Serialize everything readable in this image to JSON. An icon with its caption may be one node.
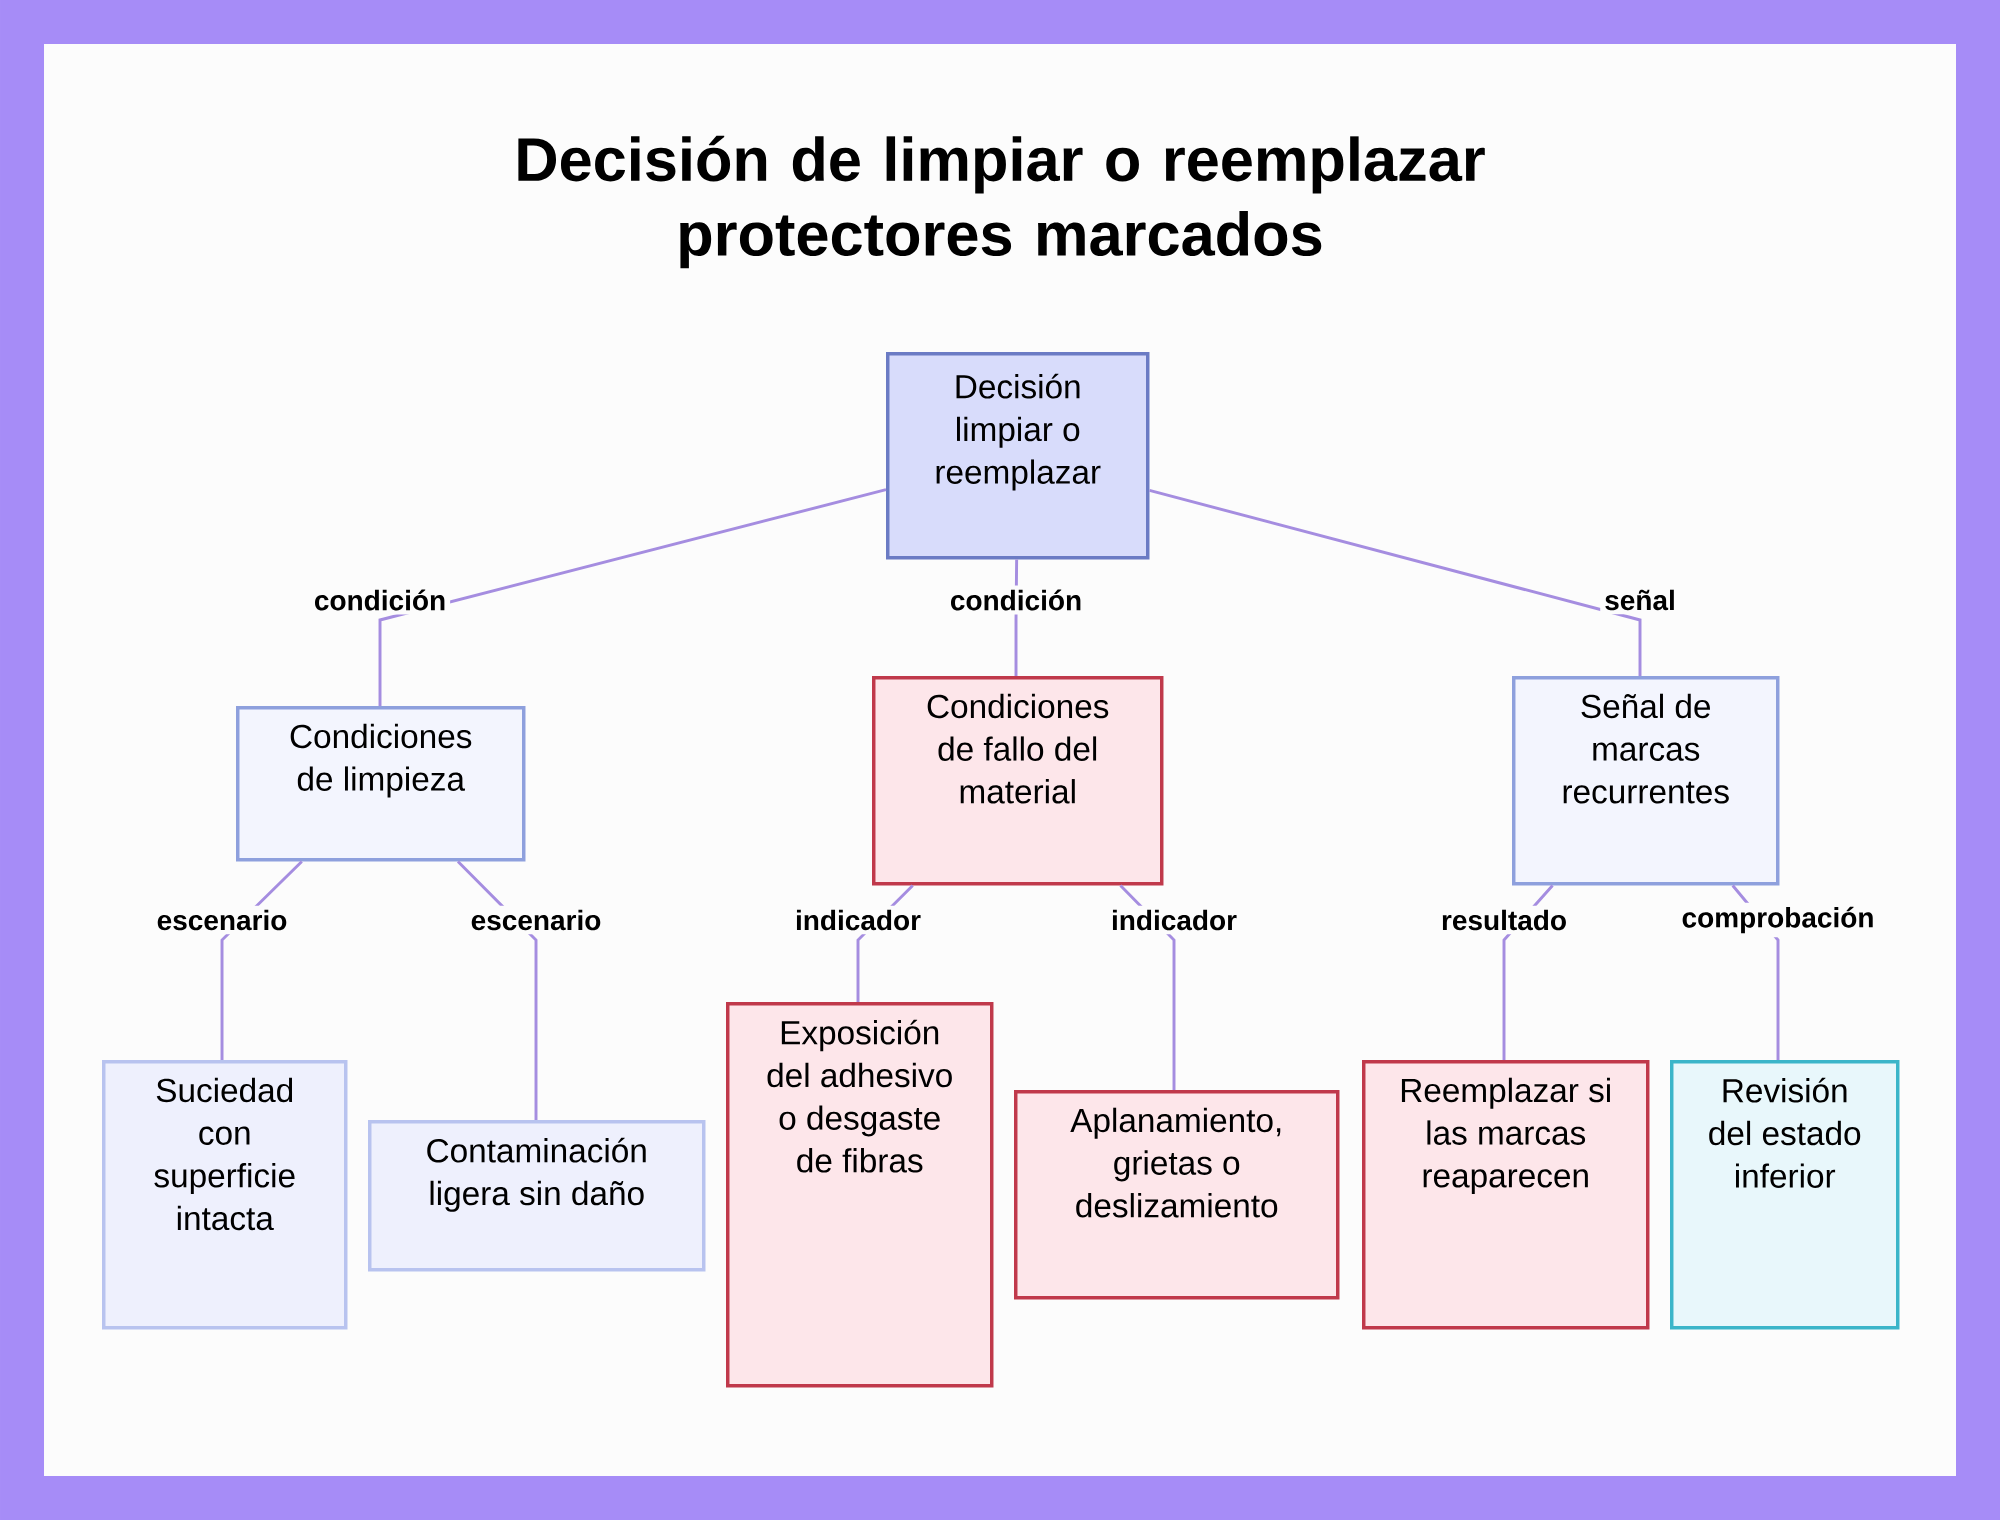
{
  "diagram": {
    "title": "Decisión de limpiar o reemplazar protectores marcados",
    "nodes": [
      {
        "text": [
          "Decisión limpiar o reemplazar"
        ]
      },
      {
        "text": [
          "Condiciones de limpieza"
        ]
      },
      {
        "text": [
          "Condiciones de fallo del material"
        ]
      },
      {
        "text": [
          "Señal de marcas recurrentes"
        ]
      },
      {
        "text": [
          "Suciedad con superficie intacta"
        ]
      },
      {
        "text": [
          "Contaminación ligera sin daño"
        ]
      },
      {
        "text": [
          "Exposición del adhesivo o desgaste de fibras"
        ]
      },
      {
        "text": [
          "Aplanamiento, grietas o deslizamiento"
        ]
      },
      {
        "text": [
          "Reemplazar si las marcas reaparecen"
        ]
      },
      {
        "text": [
          "Revisión del estado inferior"
        ]
      }
    ],
    "edges": [
      {
        "from": 0,
        "to": 1,
        "arrow": "none",
        "label": "condición"
      },
      {
        "from": 0,
        "to": 2,
        "arrow": "none",
        "label": "condición"
      },
      {
        "from": 0,
        "to": 3,
        "arrow": "none",
        "label": "señal"
      },
      {
        "from": 1,
        "to": 4,
        "arrow": "none",
        "label": "escenario"
      },
      {
        "from": 1,
        "to": 5,
        "arrow": "none",
        "label": "escenario"
      },
      {
        "from": 2,
        "to": 6,
        "arrow": "none",
        "label": "indicador"
      },
      {
        "from": 2,
        "to": 7,
        "arrow": "none",
        "label": "indicador"
      },
      {
        "from": 3,
        "to": 8,
        "arrow": "none",
        "label": "resultado"
      },
      {
        "from": 3,
        "to": 9,
        "arrow": "none",
        "label": "comprobación"
      }
    ]
  }
}
